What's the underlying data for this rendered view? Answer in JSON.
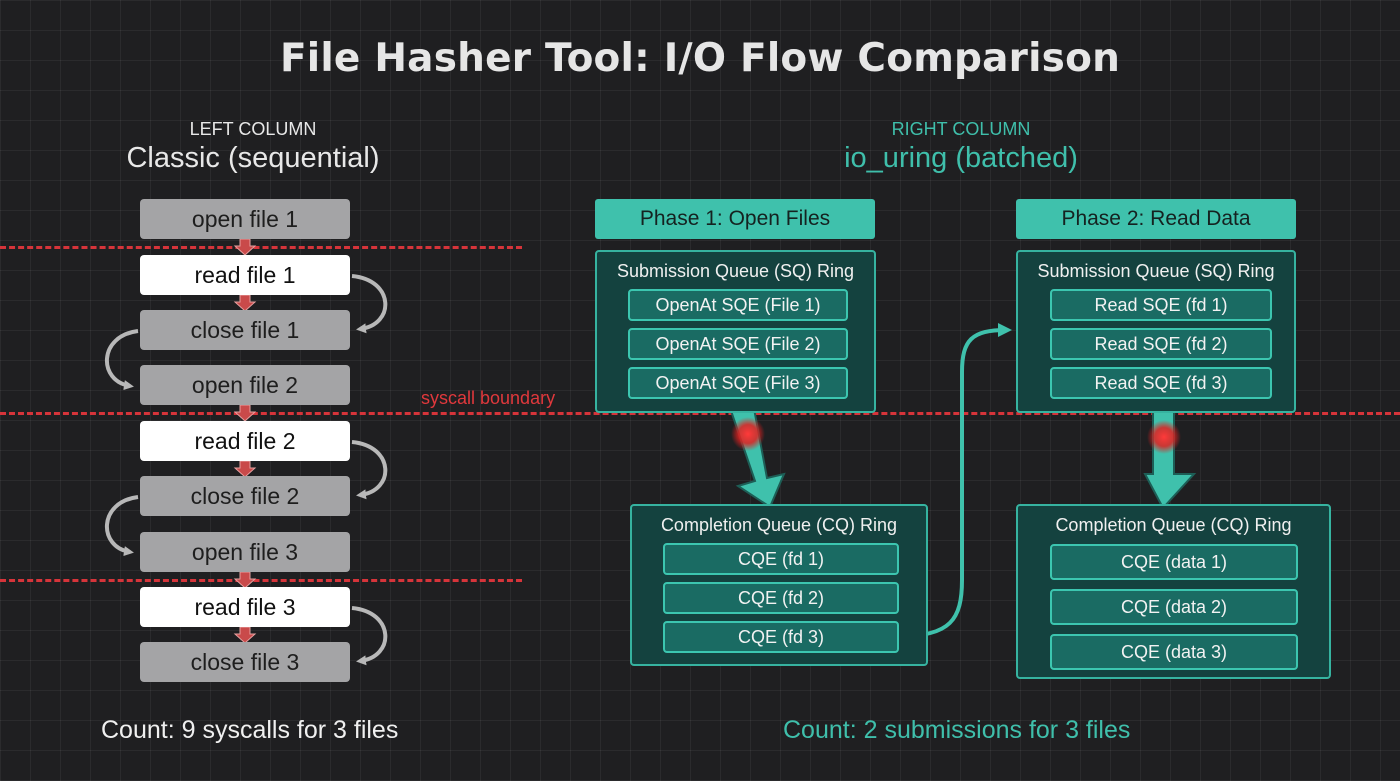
{
  "title": "File Hasher Tool: I/O Flow Comparison",
  "left": {
    "caption": "LEFT COLUMN",
    "heading": "Classic (sequential)",
    "steps": [
      "open file 1",
      "read file 1",
      "close file 1",
      "open file 2",
      "read file 2",
      "close file 2",
      "open file 3",
      "read file 3",
      "close file 3"
    ],
    "count": "Count: 9 syscalls for 3 files"
  },
  "boundary_label": "syscall boundary",
  "right": {
    "caption": "RIGHT COLUMN",
    "heading": "io_uring (batched)",
    "phase1": {
      "header": "Phase 1: Open Files",
      "sq_title": "Submission Queue (SQ) Ring",
      "sq_entries": [
        "OpenAt SQE (File 1)",
        "OpenAt SQE (File 2)",
        "OpenAt SQE (File 3)"
      ],
      "cq_title": "Completion Queue (CQ) Ring",
      "cq_entries": [
        "CQE (fd 1)",
        "CQE (fd 2)",
        "CQE (fd 3)"
      ]
    },
    "phase2": {
      "header": "Phase 2: Read Data",
      "sq_title": "Submission Queue (SQ) Ring",
      "sq_entries": [
        "Read SQE (fd 1)",
        "Read SQE (fd 2)",
        "Read SQE (fd 3)"
      ],
      "cq_title": "Completion Queue (CQ) Ring",
      "cq_entries": [
        "CQE (data 1)",
        "CQE (data 2)",
        "CQE (data 3)"
      ]
    },
    "count": "Count: 2 submissions for 3 files"
  },
  "colors": {
    "accent_teal": "#3fc1ac",
    "boundary_red": "#d6343a",
    "background": "#1f1f21"
  }
}
